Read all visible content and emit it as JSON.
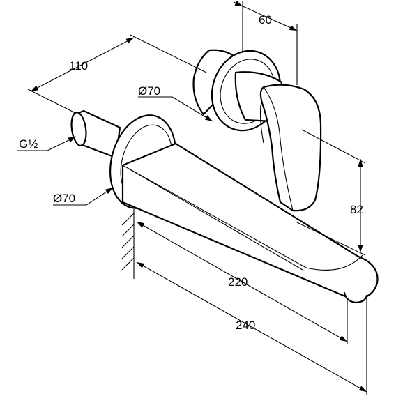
{
  "dimensions": {
    "projection_depth": "60",
    "rough_body_depth": "110",
    "rosette_diameter_upper": "Ø70",
    "thread_size": "G½",
    "rosette_diameter_lower": "Ø70",
    "height": "82",
    "spout_length_inner": "220",
    "spout_length_outer": "240"
  }
}
